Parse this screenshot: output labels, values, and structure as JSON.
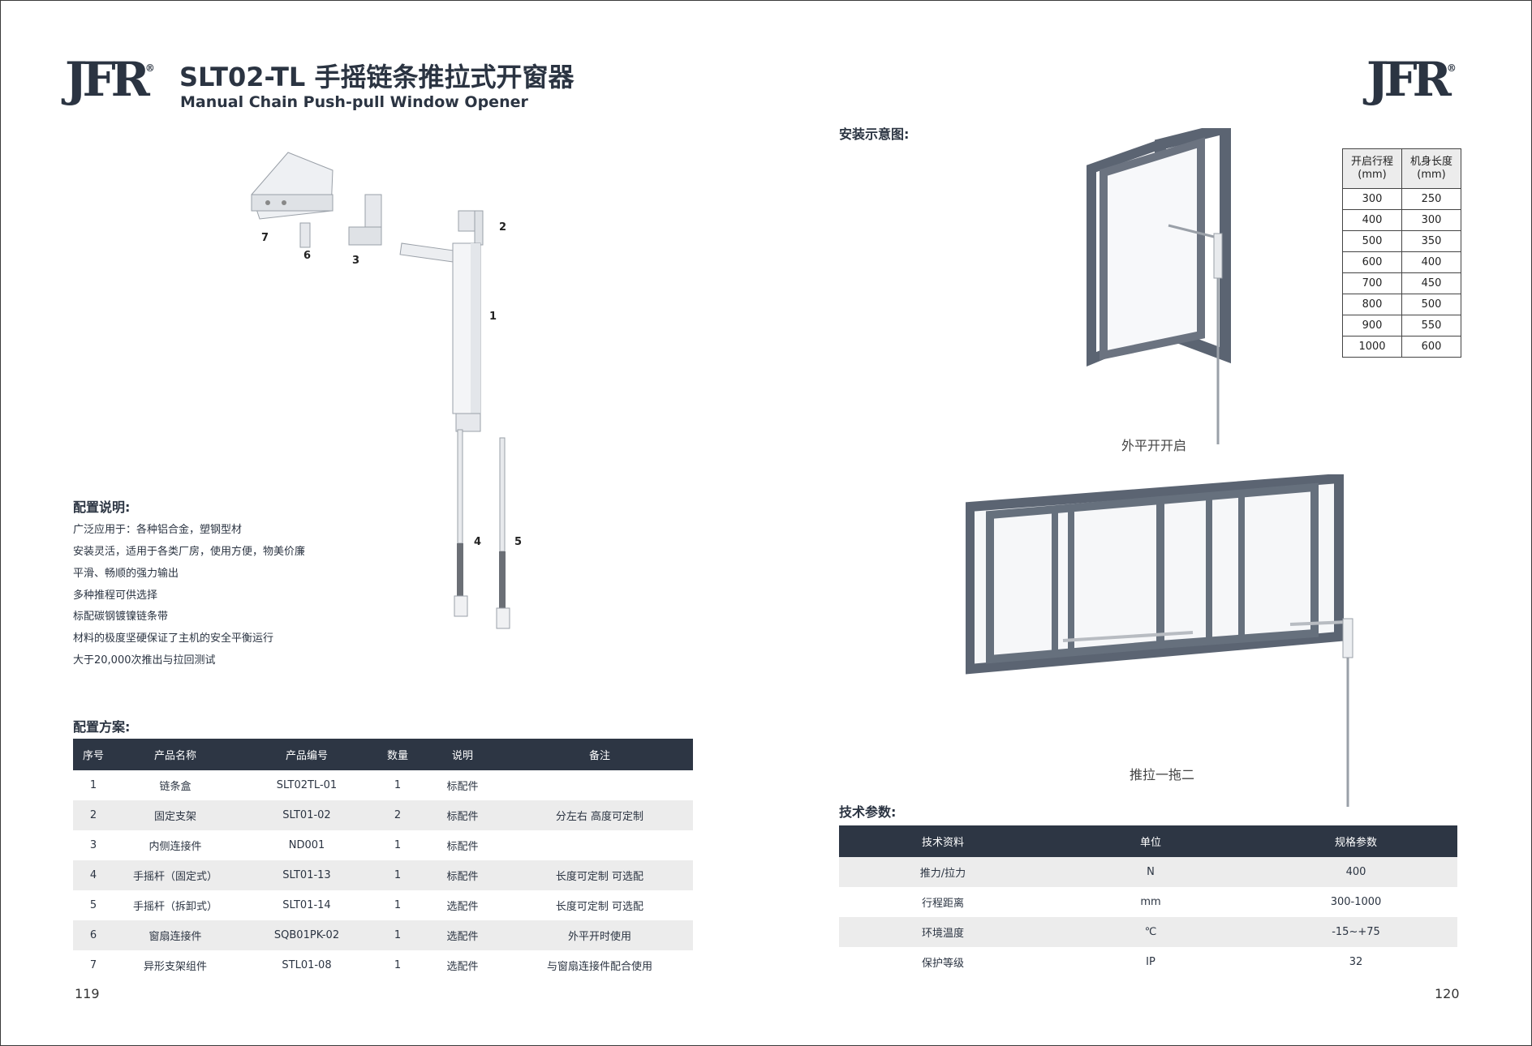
{
  "logo_text": "JFR",
  "logo_mark": "®",
  "title_cn": "SLT02-TL 手摇链条推拉式开窗器",
  "title_en": "Manual Chain Push-pull Window Opener",
  "part_numbers": [
    "1",
    "2",
    "3",
    "4",
    "5",
    "6",
    "7"
  ],
  "features": {
    "heading": "配置说明:",
    "items": [
      "广泛应用于：各种铝合金，塑钢型材",
      "安装灵活，适用于各类厂房，使用方便，物美价廉",
      "平滑、畅顺的强力输出",
      "多种推程可供选择",
      "标配碳钢镀镍链条带",
      "材料的极度坚硬保证了主机的安全平衡运行",
      "大于20,000次推出与拉回测试"
    ]
  },
  "config": {
    "heading": "配置方案:",
    "headers": [
      "序号",
      "产品名称",
      "产品编号",
      "数量",
      "说明",
      "备注"
    ],
    "rows": [
      [
        "1",
        "链条盒",
        "SLT02TL-01",
        "1",
        "标配件",
        ""
      ],
      [
        "2",
        "固定支架",
        "SLT01-02",
        "2",
        "标配件",
        "分左右 高度可定制"
      ],
      [
        "3",
        "内侧连接件",
        "ND001",
        "1",
        "标配件",
        ""
      ],
      [
        "4",
        "手摇杆（固定式）",
        "SLT01-13",
        "1",
        "标配件",
        "长度可定制 可选配"
      ],
      [
        "5",
        "手摇杆（拆卸式）",
        "SLT01-14",
        "1",
        "选配件",
        "长度可定制 可选配"
      ],
      [
        "6",
        "窗扇连接件",
        "SQB01PK-02",
        "1",
        "选配件",
        "外平开时使用"
      ],
      [
        "7",
        "异形支架组件",
        "STL01-08",
        "1",
        "选配件",
        "与窗扇连接件配合使用"
      ]
    ]
  },
  "install": {
    "heading": "安装示意图:",
    "caption_casement": "外平开开启",
    "caption_sliding": "推拉一拖二"
  },
  "stroke_table": {
    "headers": [
      [
        "开启行程",
        "(mm)"
      ],
      [
        "机身长度",
        "(mm)"
      ]
    ],
    "rows": [
      [
        "300",
        "250"
      ],
      [
        "400",
        "300"
      ],
      [
        "500",
        "350"
      ],
      [
        "600",
        "400"
      ],
      [
        "700",
        "450"
      ],
      [
        "800",
        "500"
      ],
      [
        "900",
        "550"
      ],
      [
        "1000",
        "600"
      ]
    ]
  },
  "tech": {
    "heading": "技术参数:",
    "headers": [
      "技术资料",
      "单位",
      "规格参数"
    ],
    "rows": [
      [
        "推力/拉力",
        "N",
        "400"
      ],
      [
        "行程距离",
        "mm",
        "300-1000"
      ],
      [
        "环境温度",
        "℃",
        "-15~+75"
      ],
      [
        "保护等级",
        "IP",
        "32"
      ]
    ]
  },
  "page_left": "119",
  "page_right": "120",
  "colors": {
    "dark": "#2d3644",
    "frame": "#5b6472",
    "alt_row": "#ececec"
  }
}
